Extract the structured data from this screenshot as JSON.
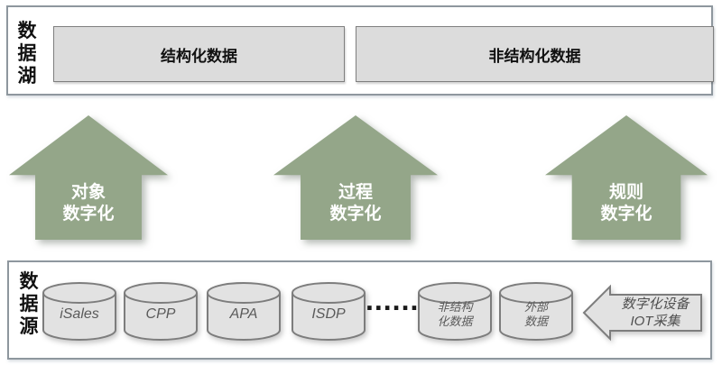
{
  "colors": {
    "arrow_green": "#94a689",
    "box_gray_fill": "#dcdcdc",
    "cylinder_fill": "#e2e2e2",
    "shape_stroke": "#7d7d7d",
    "container_border": "#8e979e",
    "arrow_text": "#ffffff"
  },
  "data_lake": {
    "label": "数据湖",
    "boxes": [
      {
        "label": "结构化数据"
      },
      {
        "label": "非结构化数据"
      }
    ]
  },
  "digitization_arrows": [
    {
      "line1": "对象",
      "line2": "数字化"
    },
    {
      "line1": "过程",
      "line2": "数字化"
    },
    {
      "line1": "规则",
      "line2": "数字化"
    }
  ],
  "data_source": {
    "label": "数据源",
    "databases": [
      {
        "label": "iSales"
      },
      {
        "label": "CPP"
      },
      {
        "label": "APA"
      },
      {
        "label": "ISDP"
      }
    ],
    "ellipsis": "......",
    "databases_multiline": [
      {
        "line1": "非结构",
        "line2": "化数据"
      },
      {
        "line1": "外部",
        "line2": "数据"
      }
    ],
    "iot_arrow": {
      "line1": "数字化设备",
      "line2": "IOT采集"
    }
  }
}
